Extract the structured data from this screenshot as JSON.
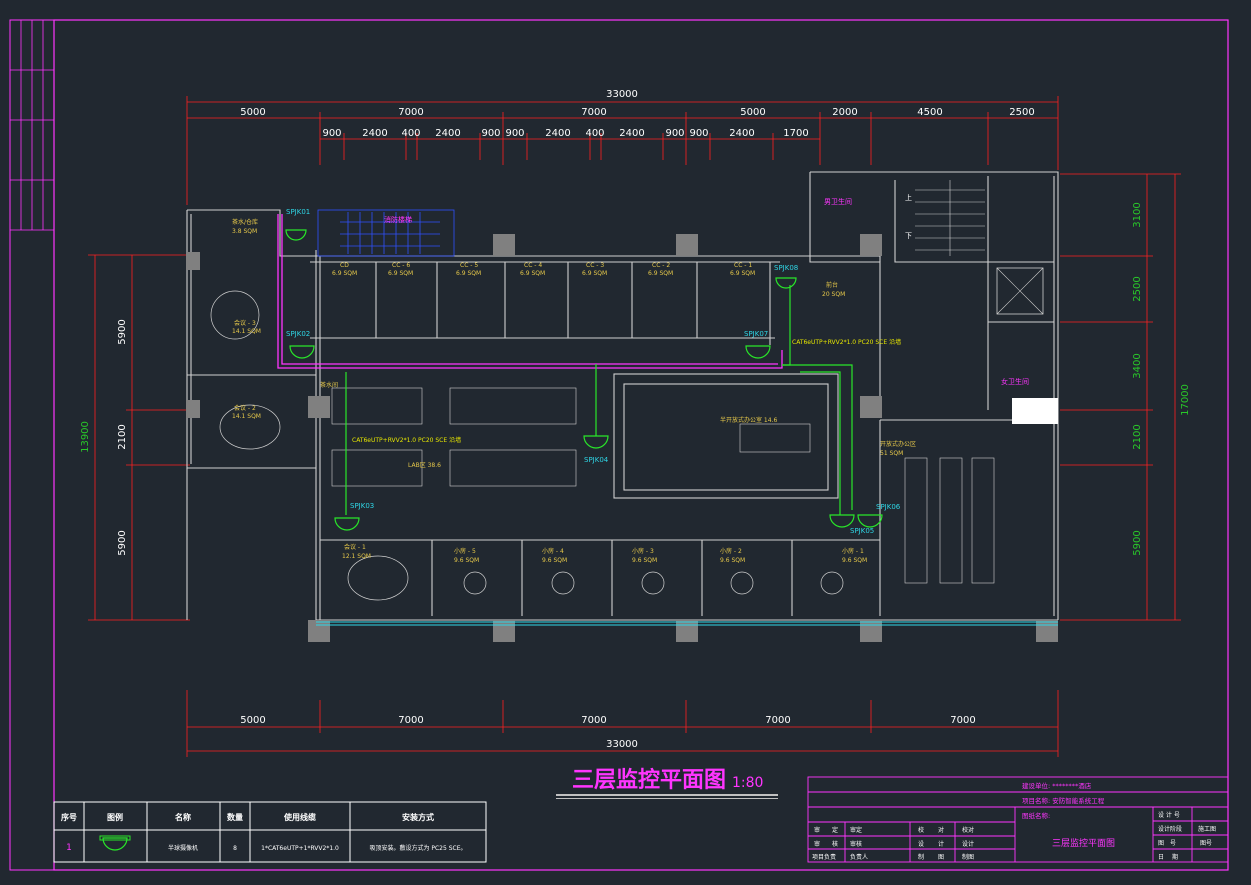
{
  "drawing": {
    "title": "三层监控平面图",
    "scale": "1:80",
    "colors": {
      "background": "#212830",
      "frame": "#ff35ff",
      "dimension": "#ff2020",
      "wall": "#d0d0d0",
      "camera": "#2fd6e6",
      "cable": "#29e629",
      "axis_dim": "#29c829"
    }
  },
  "dims": {
    "top_total": "33000",
    "top_row": [
      "5000",
      "7000",
      "7000",
      "5000",
      "2000",
      "4500",
      "2500"
    ],
    "top_sub": [
      "900",
      "2400",
      "400",
      "2400",
      "900",
      "900",
      "2400",
      "400",
      "2400",
      "900",
      "900",
      "2400",
      "1700"
    ],
    "bottom_row": [
      "5000",
      "7000",
      "7000",
      "7000",
      "7000"
    ],
    "bottom_total": "33000",
    "left_outer": "13900",
    "left_inner": [
      "5900",
      "2100",
      "5900"
    ],
    "right_outer": "17000",
    "right_inner": [
      "3100",
      "2500",
      "3400",
      "2100",
      "5900"
    ]
  },
  "rooms": {
    "tea": "茶水/仓库",
    "tea_area": "3.8 SQM",
    "stair": "消防楼梯",
    "cd": "CD",
    "cd_area": "6.9 SQM",
    "cc6": "CC - 6",
    "cc6_area": "6.9 SQM",
    "cc5": "CC - 5",
    "cc5_area": "6.9 SQM",
    "cc4": "CC - 4",
    "cc4_area": "6.9 SQM",
    "cc3": "CC - 3",
    "cc3_area": "6.9 SQM",
    "cc2": "CC - 2",
    "cc2_area": "6.9 SQM",
    "cc1": "CC - 1",
    "cc1_area": "6.9 SQM",
    "front": "前台",
    "front_area": "20 SQM",
    "meet3": "会议 - 3",
    "meet3_area": "14.1 SQM",
    "meet2": "会议 - 2",
    "meet2_area": "14.1 SQM",
    "water": "茶水间",
    "lab": "LAB区 38.6",
    "half_open": "半开放式办公室 14.6",
    "open_office": "开放式办公区",
    "open_area": "51 SQM",
    "meet1": "会议 - 1",
    "meet1_area": "12.1 SQM",
    "small5": "小房 - 5",
    "small5_area": "9.6 SQM",
    "small4": "小房 - 4",
    "small4_area": "9.6 SQM",
    "small3": "小房 - 3",
    "small3_area": "9.6 SQM",
    "small2": "小房 - 2",
    "small2_area": "9.6 SQM",
    "small1": "小房 - 1",
    "small1_area": "9.6 SQM",
    "male_wc": "男卫生间",
    "female_wc": "女卫生间",
    "up": "上",
    "down": "下"
  },
  "cameras": [
    "SPJK01",
    "SPJK02",
    "SPJK03",
    "SPJK04",
    "SPJK05",
    "SPJK06",
    "SPJK07",
    "SPJK08"
  ],
  "cables": {
    "c1": "CAT6eUTP+RVV2*1.0 PC20 SCE 沿墙",
    "c2": "CAT6eUTP+RVV2*1.0 PC20 SCE 沿墙"
  },
  "legend": {
    "headers": [
      "序号",
      "图例",
      "名称",
      "数量",
      "使用线缆",
      "安装方式"
    ],
    "row": {
      "no": "1",
      "name": "半球摄像机",
      "qty": "8",
      "cable": "1*CAT6eUTP+1*RVV2*1.0",
      "install": "吸顶安装。敷设方式为 PC25 SCE。"
    }
  },
  "titleblock": {
    "unit": "建设单位: ********酒店",
    "project": "项目名称: 安防智能系统工程",
    "drawing_name_label": "图纸名称:",
    "drawing_name": "三层监控平面图",
    "r1": [
      "审",
      "定",
      "审定"
    ],
    "r2": [
      "审",
      "核",
      "审核"
    ],
    "r3": [
      "项目负责",
      "负责人"
    ],
    "c1": [
      "校",
      "对",
      "校对"
    ],
    "c2": [
      "设",
      "计",
      "设计"
    ],
    "c3": [
      "制",
      "图",
      "制图"
    ],
    "right": [
      [
        "设 计 号",
        ""
      ],
      [
        "设计阶段",
        "施工图"
      ],
      [
        "图",
        "号",
        "图号"
      ],
      [
        "日",
        "期",
        ""
      ]
    ]
  }
}
